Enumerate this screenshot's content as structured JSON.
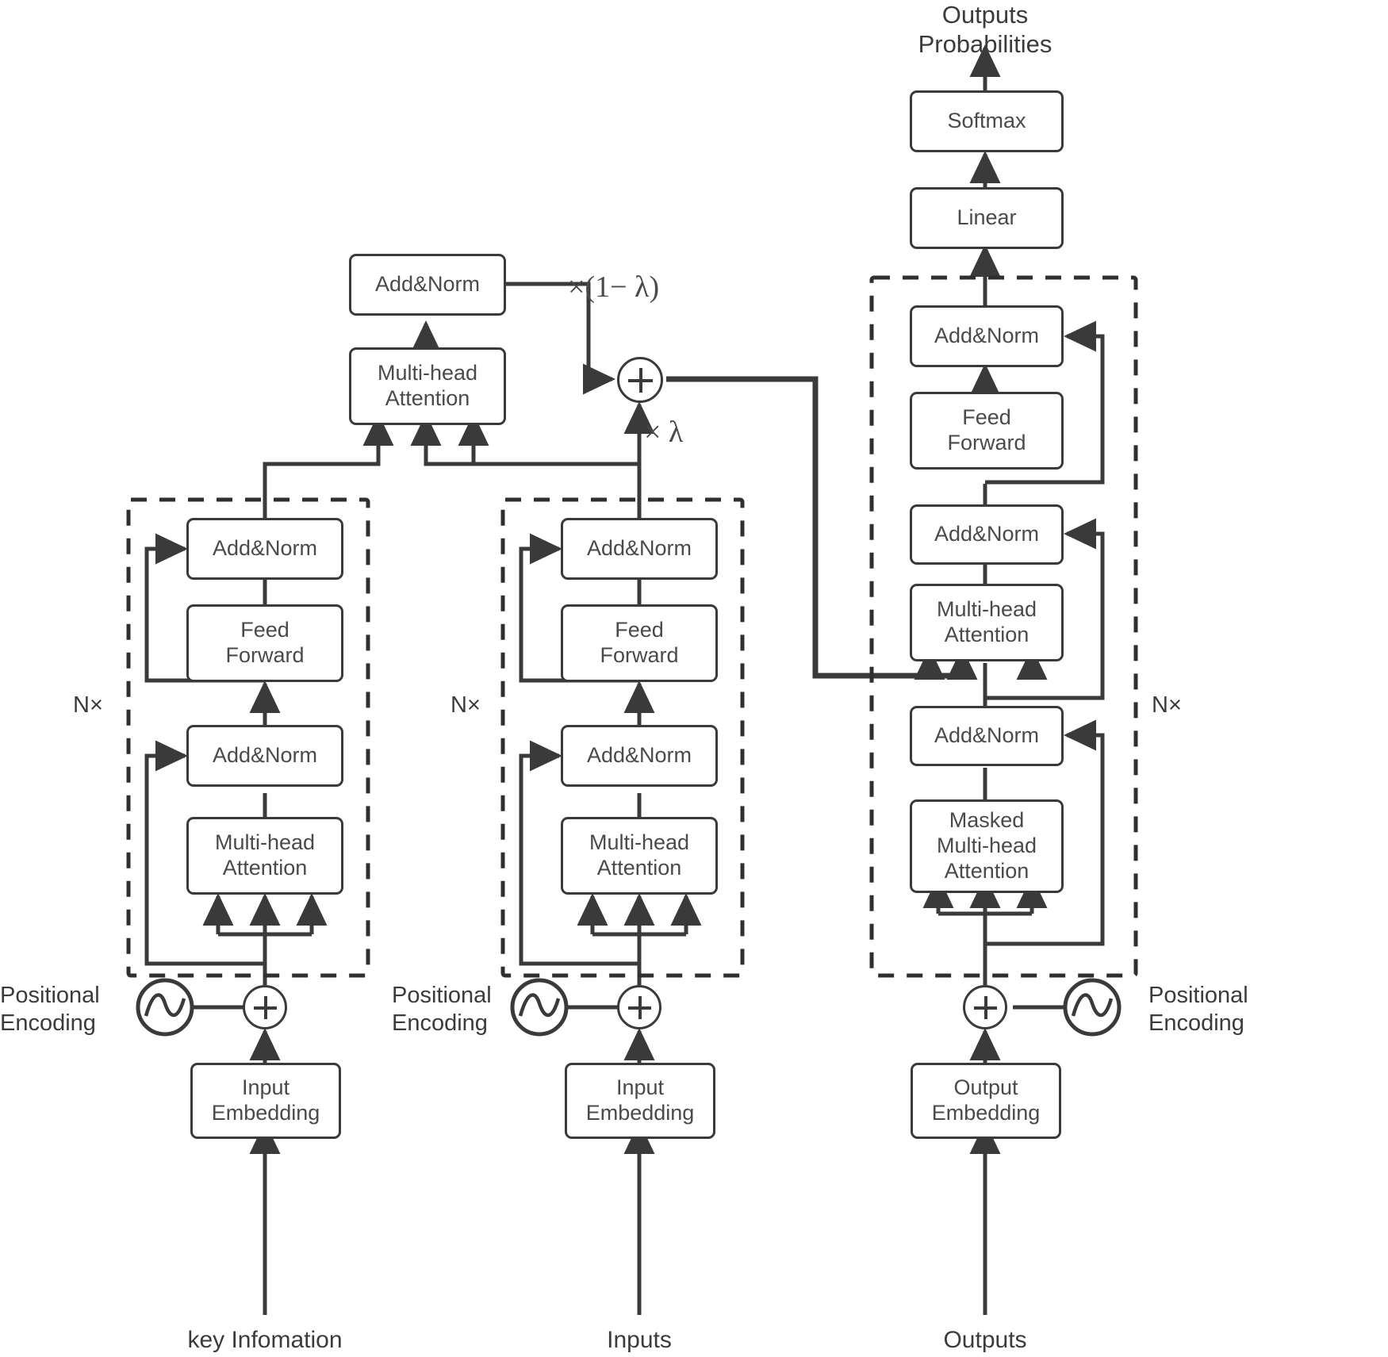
{
  "figure": {
    "type": "neural-network-architecture",
    "name": "Dual-encoder Transformer with lambda-weighted fusion"
  },
  "top_labels": {
    "output_probabilities": "Outputs\nProbabilities"
  },
  "bottom_labels": {
    "key_information": "key Infomation",
    "inputs": "Inputs",
    "outputs": "Outputs"
  },
  "positional_encoding_label": "Positional\nEncoding",
  "stack_repeat_label": "N×",
  "fusion": {
    "addnorm": "Add&Norm",
    "attention": "Multi-head\nAttention",
    "weight_one_minus_lambda": "×(1− λ)",
    "weight_lambda": "× λ",
    "sum_icon": "plus-circle-icon"
  },
  "encoder_key": {
    "name": "key-information-encoder",
    "blocks": [
      {
        "id": "addnorm-2",
        "label": "Add&Norm"
      },
      {
        "id": "feed-forward",
        "label": "Feed\nForward"
      },
      {
        "id": "addnorm-1",
        "label": "Add&Norm"
      },
      {
        "id": "attention",
        "label": "Multi-head\nAttention"
      },
      {
        "id": "embedding",
        "label": "Input\nEmbedding"
      }
    ],
    "repeat": "N×",
    "positional_encoding": "Positional\nEncoding",
    "source": "key Infomation"
  },
  "encoder_input": {
    "name": "input-encoder",
    "blocks": [
      {
        "id": "addnorm-2",
        "label": "Add&Norm"
      },
      {
        "id": "feed-forward",
        "label": "Feed\nForward"
      },
      {
        "id": "addnorm-1",
        "label": "Add&Norm"
      },
      {
        "id": "attention",
        "label": "Multi-head\nAttention"
      },
      {
        "id": "embedding",
        "label": "Input\nEmbedding"
      }
    ],
    "repeat": "N×",
    "positional_encoding": "Positional\nEncoding",
    "source": "Inputs"
  },
  "decoder": {
    "name": "decoder",
    "head_blocks": [
      {
        "id": "softmax",
        "label": "Softmax"
      },
      {
        "id": "linear",
        "label": "Linear"
      }
    ],
    "blocks": [
      {
        "id": "addnorm-3",
        "label": "Add&Norm"
      },
      {
        "id": "feed-forward",
        "label": "Feed\nForward"
      },
      {
        "id": "addnorm-2",
        "label": "Add&Norm"
      },
      {
        "id": "cross-attention",
        "label": "Multi-head\nAttention"
      },
      {
        "id": "addnorm-1",
        "label": "Add&Norm"
      },
      {
        "id": "masked-attention",
        "label": "Masked\nMulti-head\nAttention"
      },
      {
        "id": "embedding",
        "label": "Output\nEmbedding"
      }
    ],
    "repeat": "N×",
    "positional_encoding": "Positional\nEncoding",
    "source": "Outputs",
    "output": "Outputs\nProbabilities"
  },
  "icons": {
    "sine_wave": "sine-wave-icon",
    "plus": "plus-circle-icon",
    "arrow": "arrow-head-icon"
  },
  "colors": {
    "stroke": "#3a3a3a",
    "text": "#4a4a4a",
    "background": "#ffffff",
    "dashed_border": "#2f2f2f"
  }
}
